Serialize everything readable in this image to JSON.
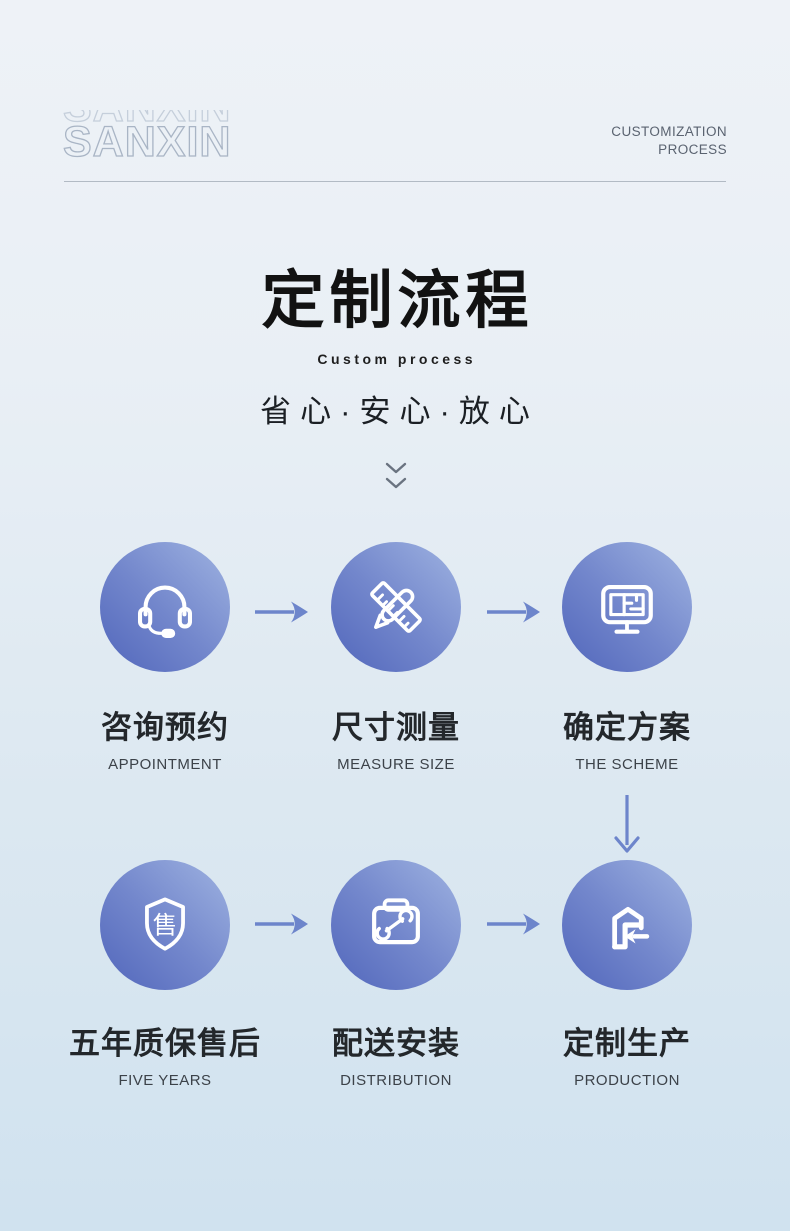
{
  "header": {
    "logo_text": "SANXIN",
    "tagline_line1": "CUSTOMIZATION",
    "tagline_line2": "PROCESS"
  },
  "hero": {
    "title": "定制流程",
    "subtitle": "Custom process",
    "slogan": "省心·安心·放心"
  },
  "flow": {
    "steps": [
      {
        "zh": "咨询预约",
        "en": "APPOINTMENT",
        "icon": "headset-icon"
      },
      {
        "zh": "尺寸测量",
        "en": "MEASURE SIZE",
        "icon": "ruler-pencil-icon"
      },
      {
        "zh": "确定方案",
        "en": "THE SCHEME",
        "icon": "monitor-floorplan-icon"
      },
      {
        "zh": "五年质保售后",
        "en": "FIVE YEARS",
        "icon": "shield-icon",
        "badge_char": "售"
      },
      {
        "zh": "配送安装",
        "en": "DISTRIBUTION",
        "icon": "toolbox-wrench-icon"
      },
      {
        "zh": "定制生产",
        "en": "PRODUCTION",
        "icon": "warehouse-arrow-icon"
      }
    ],
    "arrow_directions": {
      "row1": [
        "right",
        "right"
      ],
      "row2": [
        "right",
        "right"
      ],
      "column3": "down"
    }
  },
  "indicators": {
    "scroll_hint": "chevron-down-icon",
    "horizontal_arrow": "arrow-right-icon",
    "vertical_arrow": "arrow-down-icon"
  },
  "colors": {
    "background_top": "#eef2f7",
    "background_bottom": "#d0e2ef",
    "circle_gradient_dark": "#5166bb",
    "circle_gradient_light": "#9fb3e1",
    "arrow": "#6d85cb",
    "title_text": "#121212",
    "divider": "#b2bac4",
    "logo_outline": "#a9b5c5",
    "tagline_text": "#5a6370",
    "icon_stroke": "#ffffff"
  }
}
